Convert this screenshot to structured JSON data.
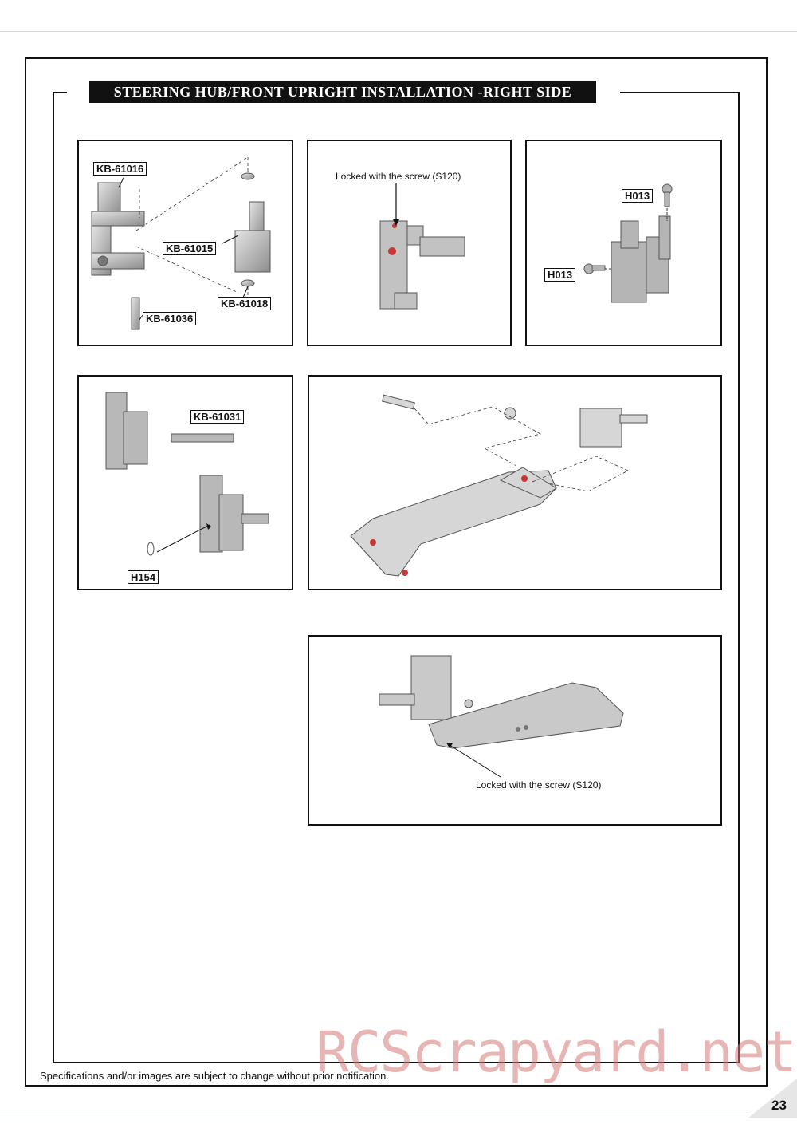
{
  "title": "STEERING HUB/FRONT UPRIGHT INSTALLATION -RIGHT SIDE",
  "panel1": {
    "labels": [
      "KB-61016",
      "KB-61015",
      "KB-61018",
      "KB-61036"
    ]
  },
  "panel2": {
    "note": "Locked with the screw (S120)"
  },
  "panel3": {
    "labels": [
      "H013",
      "H013"
    ]
  },
  "panel4": {
    "labels": [
      "KB-61031",
      "H154"
    ]
  },
  "panel6": {
    "note": "Locked with the screw (S120)"
  },
  "footer": {
    "disclaimer": "Specifications and/or images are subject to change without prior notification.",
    "page_number": "23",
    "watermark": "RCScrapyard.net"
  }
}
